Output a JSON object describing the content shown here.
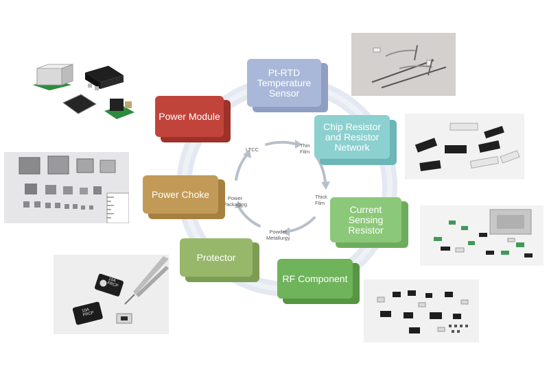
{
  "colors": {
    "ring": "#e4e8f0",
    "arrow": "#b7bfcb",
    "pt_rtd": "#a9b8d8",
    "chip_resistor": "#8cd0d0",
    "current_sensing": "#8cc879",
    "rf_component": "#6fb35b",
    "protector": "#97b86b",
    "power_choke": "#c29a57",
    "power_module": "#c1443b"
  },
  "products": [
    {
      "id": "pt-rtd",
      "label": "Pt-RTD\nTemperature\nSensor"
    },
    {
      "id": "chip-resistor",
      "label": "Chip Resistor\nand Resistor\nNetwork"
    },
    {
      "id": "current-sensing",
      "label": "Current\nSensing\nResistor"
    },
    {
      "id": "rf-component",
      "label": "RF Component"
    },
    {
      "id": "protector",
      "label": "Protector"
    },
    {
      "id": "power-choke",
      "label": "Power Choke"
    },
    {
      "id": "power-module",
      "label": "Power  Module"
    }
  ],
  "processes": [
    {
      "id": "ltcc",
      "label": "LTCC"
    },
    {
      "id": "thin-film",
      "label": "Thin\nFilm"
    },
    {
      "id": "thick-film",
      "label": "Thick\nFilm"
    },
    {
      "id": "powder-metallurgy",
      "label": "Powder\nMetallurgy"
    },
    {
      "id": "power-packaging",
      "label": "Power\nPackaging"
    }
  ],
  "photo_labels": {
    "protector_chip_a": "10A\nFRCP",
    "protector_chip_b": "10A\nFRCP"
  }
}
